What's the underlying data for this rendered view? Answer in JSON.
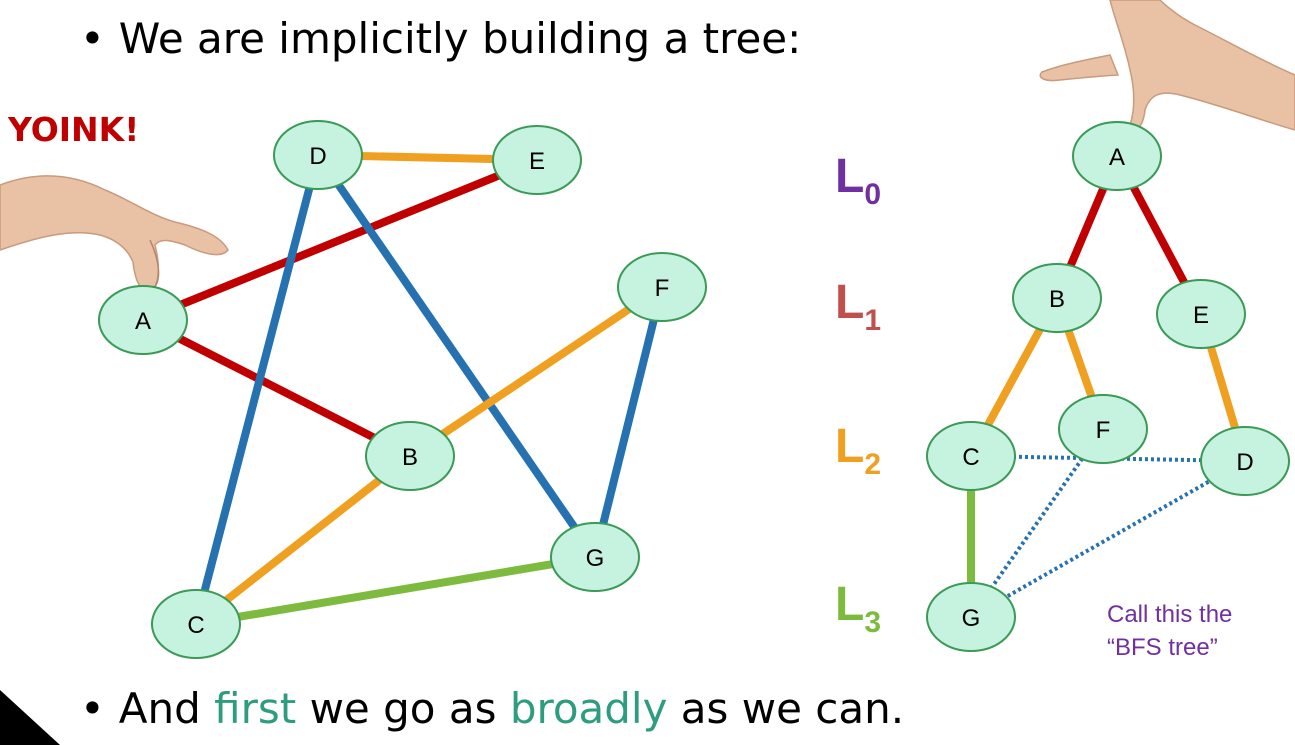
{
  "bullets": {
    "top": "We are implicitly building a tree:",
    "bottom_part1": "And ",
    "bottom_first": "first",
    "bottom_part2": " we go as ",
    "bottom_broadly": "broadly",
    "bottom_part3": " as we can."
  },
  "yoink": "YOINK!",
  "caption": {
    "line1": "Call this the",
    "line2": "“BFS tree”"
  },
  "levels": [
    {
      "label": "L",
      "sub": "0",
      "color": "#7030a0"
    },
    {
      "label": "L",
      "sub": "1",
      "color": "#c0504d"
    },
    {
      "label": "L",
      "sub": "2",
      "color": "#f0a020"
    },
    {
      "label": "L",
      "sub": "3",
      "color": "#7dbb3f"
    }
  ],
  "colors": {
    "node_fill": "#c6f2e0",
    "node_stroke": "#3a9a56",
    "red": "#c00000",
    "orange": "#f0a020",
    "blue": "#2672b0",
    "green": "#7dbb3f"
  },
  "graph": {
    "nodes": [
      "D",
      "E",
      "A",
      "F",
      "B",
      "G",
      "C"
    ],
    "edges": [
      {
        "from": "D",
        "to": "E",
        "color": "orange"
      },
      {
        "from": "A",
        "to": "E",
        "color": "red"
      },
      {
        "from": "A",
        "to": "B",
        "color": "red"
      },
      {
        "from": "D",
        "to": "C",
        "color": "blue"
      },
      {
        "from": "D",
        "to": "G",
        "color": "blue"
      },
      {
        "from": "B",
        "to": "F",
        "color": "orange"
      },
      {
        "from": "B",
        "to": "C",
        "color": "orange"
      },
      {
        "from": "F",
        "to": "G",
        "color": "blue"
      },
      {
        "from": "C",
        "to": "G",
        "color": "green"
      }
    ]
  },
  "tree": {
    "nodes": [
      "A",
      "B",
      "E",
      "C",
      "F",
      "D",
      "G"
    ],
    "edges": [
      {
        "from": "A",
        "to": "B",
        "color": "red",
        "style": "solid"
      },
      {
        "from": "A",
        "to": "E",
        "color": "red",
        "style": "solid"
      },
      {
        "from": "B",
        "to": "C",
        "color": "orange",
        "style": "solid"
      },
      {
        "from": "B",
        "to": "F",
        "color": "orange",
        "style": "solid"
      },
      {
        "from": "E",
        "to": "D",
        "color": "orange",
        "style": "solid"
      },
      {
        "from": "C",
        "to": "G",
        "color": "green",
        "style": "solid"
      },
      {
        "from": "C",
        "to": "D",
        "color": "blue",
        "style": "dotted"
      },
      {
        "from": "F",
        "to": "G",
        "color": "blue",
        "style": "dotted"
      },
      {
        "from": "D",
        "to": "G",
        "color": "blue",
        "style": "dotted"
      }
    ]
  }
}
